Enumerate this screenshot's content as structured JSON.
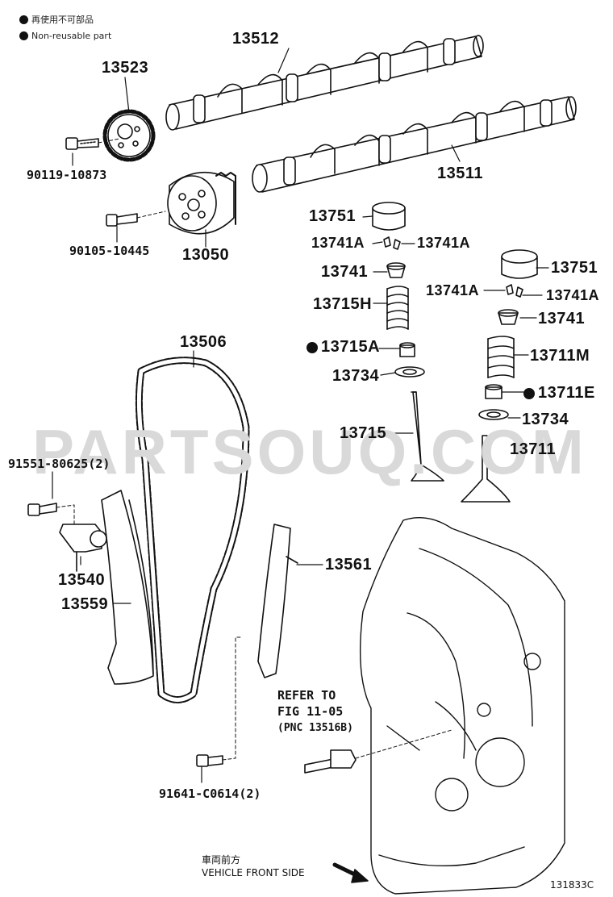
{
  "legend": {
    "jp": "再使用不可部品",
    "en": "Non-reusable part"
  },
  "watermark": "PARTSOUQ.COM",
  "parts": {
    "p13512": "13512",
    "p13523": "13523",
    "p90119": "90119-10873",
    "p13511": "13511",
    "p90105": "90105-10445",
    "p13050": "13050",
    "p13751a": "13751",
    "p13741a_l": "13741A",
    "p13741a_r": "13741A",
    "p13741_1": "13741",
    "p13715h": "13715H",
    "p13715a": "13715A",
    "p13734_1": "13734",
    "p13715": "13715",
    "p13751b": "13751",
    "p13741a_l2": "13741A",
    "p13741a_r2": "13741A",
    "p13741_2": "13741",
    "p13711m": "13711M",
    "p13711e": "13711E",
    "p13734_2": "13734",
    "p13711": "13711",
    "p13506": "13506",
    "p91551": "91551-80625(2)",
    "p13540": "13540",
    "p13559": "13559",
    "p13561": "13561",
    "p91641": "91641-C0614(2)"
  },
  "refer": {
    "line1": "REFER TO",
    "line2": "FIG 11-05",
    "line3": "(PNC 13516B)"
  },
  "direction": {
    "jp": "車両前方",
    "en": "VEHICLE FRONT SIDE"
  },
  "figure_code": "131833C"
}
